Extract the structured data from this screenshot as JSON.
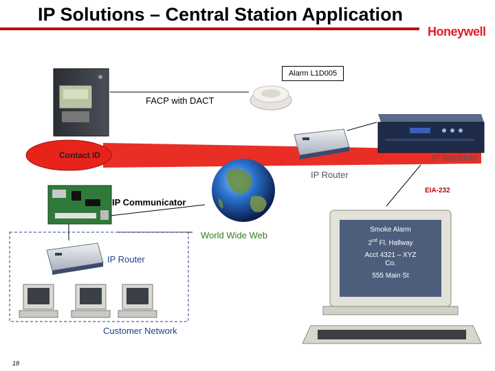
{
  "header": {
    "title": "IP Solutions – Central Station Application",
    "logo_text": "Honeywell"
  },
  "labels": {
    "alarm_box": "Alarm L1D005",
    "facp": "FACP with DACT",
    "contact_id": "Contact ID",
    "ip_receiver": "IP Receiver",
    "ip_router_top": "IP Router",
    "eia": "EIA-232",
    "ip_communicator": "IP Communicator",
    "world_wide_web": "World Wide Web",
    "ip_router_customer": "IP Router",
    "customer_network": "Customer Network"
  },
  "monitor": {
    "line1": "Smoke Alarm",
    "line2_main": "2",
    "line2_sup": "nd",
    "line2_rest": " Fl. Hallway",
    "line3a": "Acct 4321 – XYZ",
    "line3b": "Co.",
    "line4": "555 Main St"
  },
  "footer": {
    "page_number": "18"
  },
  "colors": {
    "accent_red": "#c00000",
    "brand_red": "#e31b23",
    "contact_id_fill": "#e8231a",
    "network_green": "#2e7d1f",
    "customer_blue": "#1f3e8c"
  }
}
